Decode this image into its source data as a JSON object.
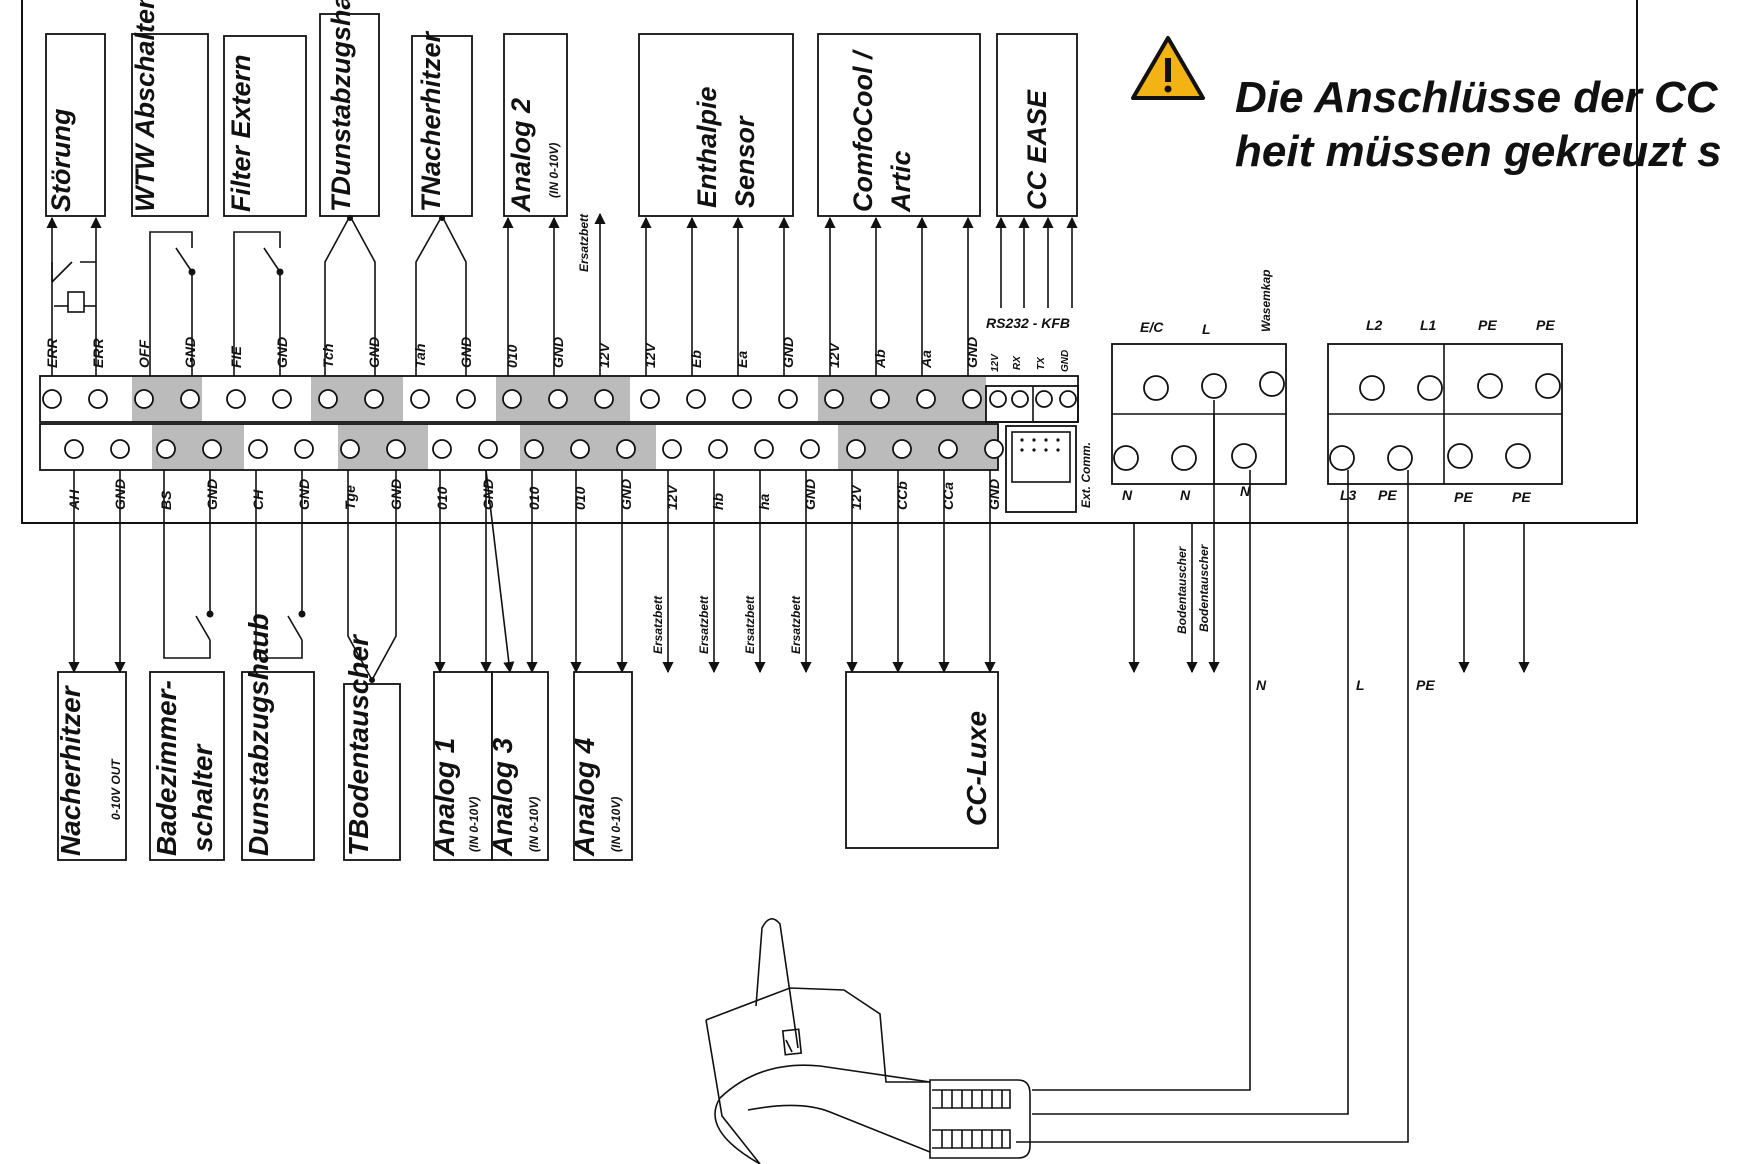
{
  "warning": {
    "icon": "warning-triangle-icon",
    "line1": "Die Anschlüsse der CC",
    "line2": "heit müssen gekreuzt s"
  },
  "top_devices": [
    "Störung",
    "WTW Abschalten",
    "Filter Extern",
    "TDunstabzugshaub",
    "TNacherhitzer",
    "Analog 2",
    "(IN 0-10V)",
    "Ersatzbett",
    "Enthalpie",
    "Sensor",
    "ComfoCool /",
    "Artic",
    "CC EASE"
  ],
  "top_terminals": [
    "ERR",
    "ERR",
    "OFF",
    "GND",
    "FIE",
    "GND",
    "Tch",
    "GND",
    "Tah",
    "GND",
    "010",
    "GND",
    "12V",
    "12V",
    "Eb",
    "Ea",
    "GND",
    "12V",
    "Ab",
    "Aa",
    "GND"
  ],
  "bus_labels": [
    "RS232 - KFB",
    "12V",
    "RX",
    "TX",
    "GND"
  ],
  "bottom_terminals": [
    "AH",
    "GND",
    "BS",
    "GND",
    "CH",
    "GND",
    "Tge",
    "GND",
    "010",
    "GND",
    "010",
    "010",
    "GND",
    "12V",
    "hb",
    "ha",
    "GND",
    "12V",
    "CCb",
    "CCa",
    "GND"
  ],
  "ext_comm": "Ext. Comm.",
  "ersatzbett_labels": [
    "Ersatzbett",
    "Ersatzbett",
    "Ersatzbett",
    "Ersatzbett"
  ],
  "bottom_devices": [
    "Nacherhitzer",
    "0-10V OUT",
    "Badezimmer-",
    "schalter",
    "Dunstabzugshaub",
    "TBodentauscher",
    "Analog 1",
    "(IN 0-10V)",
    "Analog 3",
    "(IN 0-10V)",
    "Analog 4",
    "(IN 0-10V)",
    "CC-Luxe"
  ],
  "power_block_1": {
    "top": [
      "E/C",
      "L",
      "Wasemkap"
    ],
    "bottom": [
      "N",
      "N",
      "N"
    ]
  },
  "power_block_2": {
    "top": [
      "L2",
      "L1",
      "PE",
      "PE"
    ],
    "bottom": [
      "L3",
      "PE",
      "PE",
      "PE"
    ]
  },
  "power_wire_labels": [
    "Bodentauscher",
    "Bodentauscher",
    "N",
    "L",
    "PE"
  ],
  "plug": {
    "icon": "power-plug-icon"
  }
}
